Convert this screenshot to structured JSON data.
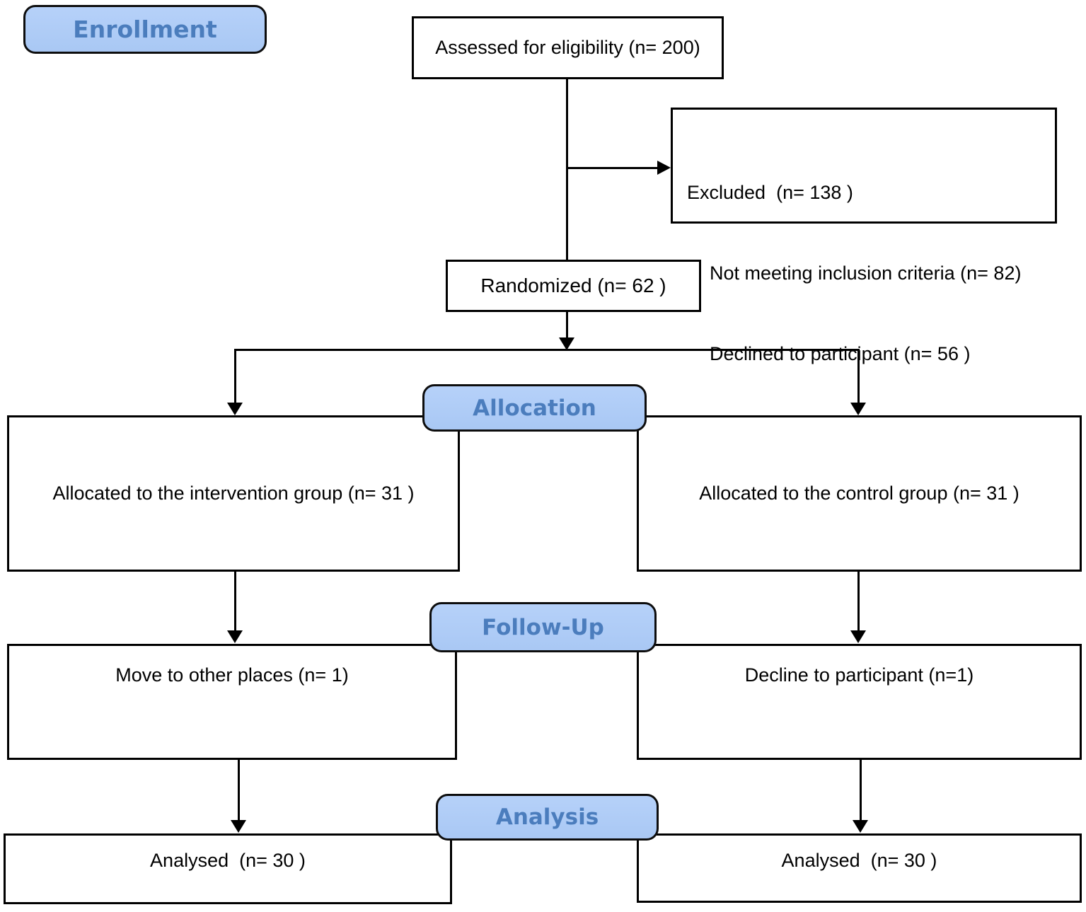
{
  "stages": {
    "enrollment": "Enrollment",
    "allocation": "Allocation",
    "followup": "Follow-Up",
    "analysis": "Analysis"
  },
  "boxes": {
    "assessed": "Assessed for eligibility (n= 200)",
    "excluded_line1": "Excluded  (n= 138 )",
    "excluded_line2": "Not meeting inclusion criteria (n= 82)",
    "excluded_line3": "Declined to participant (n= 56 )",
    "randomized": "Randomized (n= 62 )",
    "allocated_intervention": "Allocated to the intervention group (n= 31 )",
    "allocated_control": "Allocated to the control group (n= 31 )",
    "followup_intervention": "Move to other places (n= 1)",
    "followup_control": "Decline to participant (n=1)",
    "analysed_intervention": "Analysed  (n= 30 )",
    "analysed_control": "Analysed  (n= 30 )"
  },
  "colors": {
    "stage_fill": "#a9c8f4",
    "stage_fill_top": "#b6d1f9",
    "stage_text": "#4b7dbd",
    "box_border": "#000000",
    "line_color": "#000000"
  }
}
